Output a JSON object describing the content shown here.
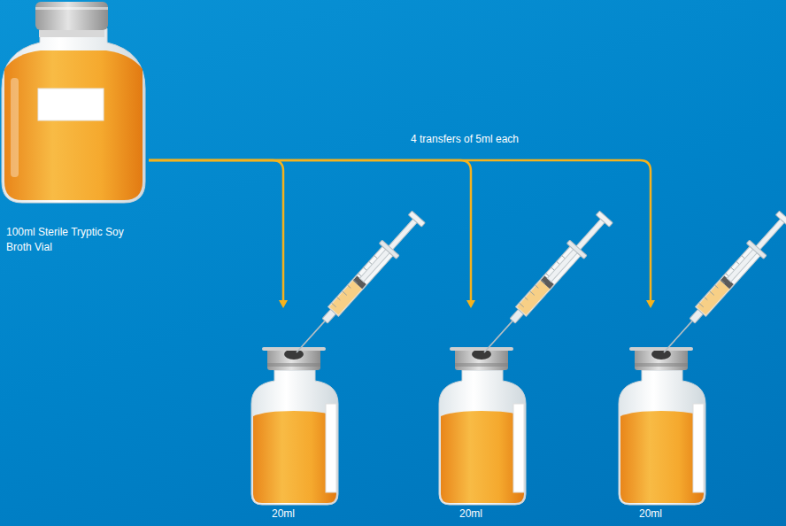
{
  "diagram": {
    "nodes": [
      {
        "text": [
          "100ml Sterile Tryptic Soy Broth Vial"
        ]
      },
      {
        "text": [
          "20ml"
        ]
      },
      {
        "text": [
          "20ml"
        ]
      },
      {
        "text": [
          "20ml"
        ]
      }
    ],
    "edges": [
      {
        "from": 0,
        "to": 1,
        "arrow": "to"
      },
      {
        "from": 0,
        "to": 2,
        "arrow": "to"
      },
      {
        "from": 0,
        "to": 3,
        "arrow": "to"
      }
    ],
    "labels": [
      "4 transfers of 5ml each"
    ]
  }
}
